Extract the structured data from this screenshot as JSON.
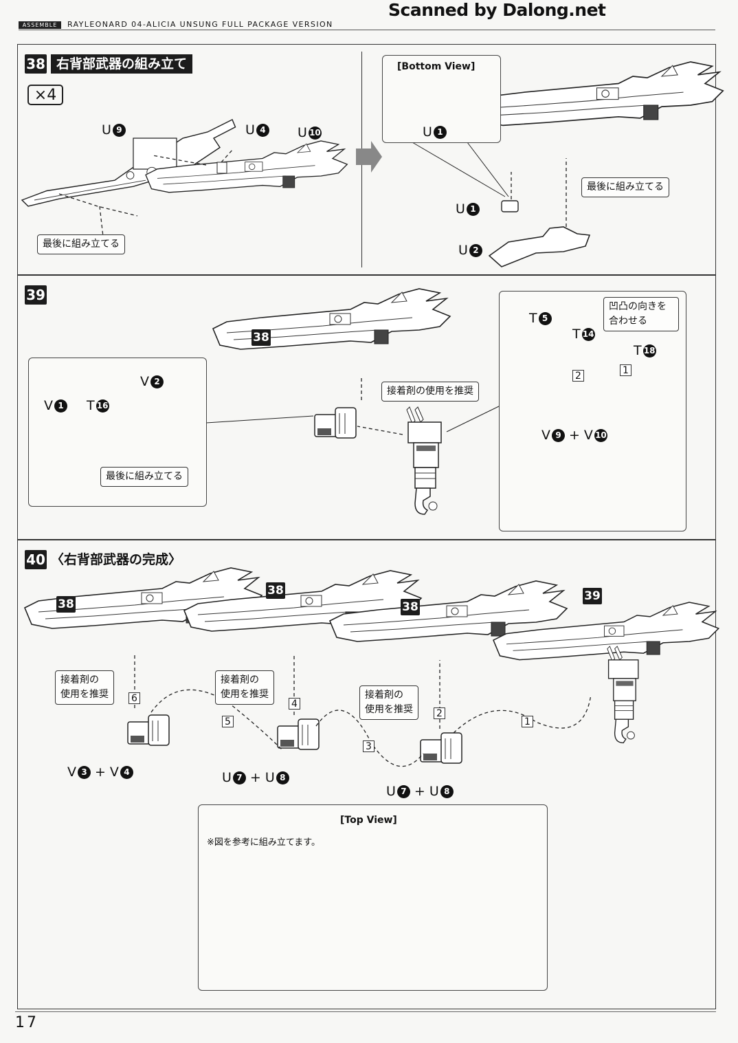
{
  "watermark": "Scanned by Dalong.net",
  "header": {
    "tag": "ASSEMBLE",
    "title": "RAYLEONARD 04-ALICIA UNSUNG FULL PACKAGE VERSION"
  },
  "page_number": "17",
  "step38": {
    "number": "38",
    "title": "右背部武器の組み立て",
    "multiplier": "×4",
    "labels": {
      "u9": "U",
      "u9n": "9",
      "u4": "U",
      "u4n": "4",
      "u10": "U",
      "u10n": "10",
      "u1": "U",
      "u1n": "1",
      "u2": "U",
      "u2n": "2"
    },
    "callout_left": "最後に組み立てる",
    "callout_right": "最後に組み立てる",
    "bottom_view": {
      "title": "[Bottom View]",
      "label": "U",
      "num": "1"
    }
  },
  "step39": {
    "number": "39",
    "ref38": "38",
    "left_inset": {
      "v1": "V",
      "v1n": "1",
      "t16": "T",
      "t16n": "16",
      "v2": "V",
      "v2n": "2",
      "callout": "最後に組み立てる"
    },
    "callout_glue": "接着剤の使用を推奨",
    "right_inset": {
      "t5": "T",
      "t5n": "5",
      "t14": "T",
      "t14n": "14",
      "t18": "T",
      "t18n": "18",
      "callout": [
        "凹凸の向きを",
        "合わせる"
      ],
      "order1": "1",
      "order2": "2",
      "v9": "V",
      "v9n": "9",
      "plus": "+",
      "v10": "V",
      "v10n": "10"
    }
  },
  "step40": {
    "number": "40",
    "title": "〈右背部武器の完成〉",
    "refs": [
      "38",
      "38",
      "38",
      "39"
    ],
    "glue_callouts": [
      [
        "接着剤の",
        "使用を推奨"
      ],
      [
        "接着剤の",
        "使用を推奨"
      ],
      [
        "接着剤の",
        "使用を推奨"
      ]
    ],
    "order_marks": [
      "6",
      "5",
      "4",
      "3",
      "2",
      "1"
    ],
    "joints": [
      {
        "a": "V",
        "an": "3",
        "plus": "+",
        "b": "V",
        "bn": "4"
      },
      {
        "a": "U",
        "an": "7",
        "plus": "+",
        "b": "U",
        "bn": "8"
      },
      {
        "a": "U",
        "an": "7",
        "plus": "+",
        "b": "U",
        "bn": "8"
      }
    ],
    "top_view": {
      "title": "[Top View]",
      "note": "※図を参考に組み立てます。"
    }
  }
}
